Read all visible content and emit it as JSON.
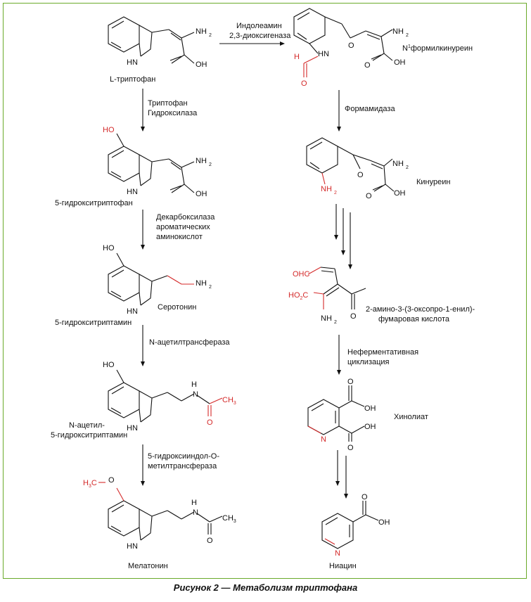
{
  "compounds": {
    "ltrp": "L-триптофан",
    "nfk": "формилкинуреин",
    "nfk_prefix": "N",
    "nfk_sup": "1",
    "hydroxytrp": "5-гидрокситриптофан",
    "kynurenine": "Кинуреин",
    "serotonin": "Серотонин",
    "hydroxytryptamine": "5-гидрокситриптамин",
    "acmsa_1": "2-амино-3-(3-оксопро-1-енил)-",
    "acmsa_2": "фумаровая кислота",
    "nacetyl_1": "N-ацетил-",
    "nacetyl_2": "5-гидрокситриптамин",
    "quinolinate": "Хинолиат",
    "melatonin": "Мелатонин",
    "niacin": "Ниацин"
  },
  "enzymes": {
    "ido_1": "Индолеамин",
    "ido_2": "2,3-диоксигеназа",
    "tph_1": "Триптофан",
    "tph_2": "Гидроксилаза",
    "formamidase": "Формамидаза",
    "aadc_1": "Декарбоксилаза",
    "aadc_2": "ароматических",
    "aadc_3": "аминокислот",
    "nat": "N-ацетилтрансфераза",
    "noncat_1": "Неферментативная",
    "noncat_2": "циклизация",
    "hiomt_1": "5-гидроксииндол-О-",
    "hiomt_2": "метилтрансфераза"
  },
  "atoms": {
    "nh2": "NH",
    "sub2": "2",
    "oh": "OH",
    "ho": "HO",
    "hn": "HN",
    "h": "H",
    "o": "O",
    "n": "N",
    "c": "C",
    "ch": "CH",
    "sub3": "3",
    "ohc": "OHC",
    "ho2c": "HO",
    "ho2c_o": "C",
    "h3c": "H",
    "co": "O"
  },
  "caption": "Рисунок 2 — Метаболизм триптофана",
  "colors": {
    "frame": "#6aaa2a",
    "highlight": "#d42a2a"
  }
}
